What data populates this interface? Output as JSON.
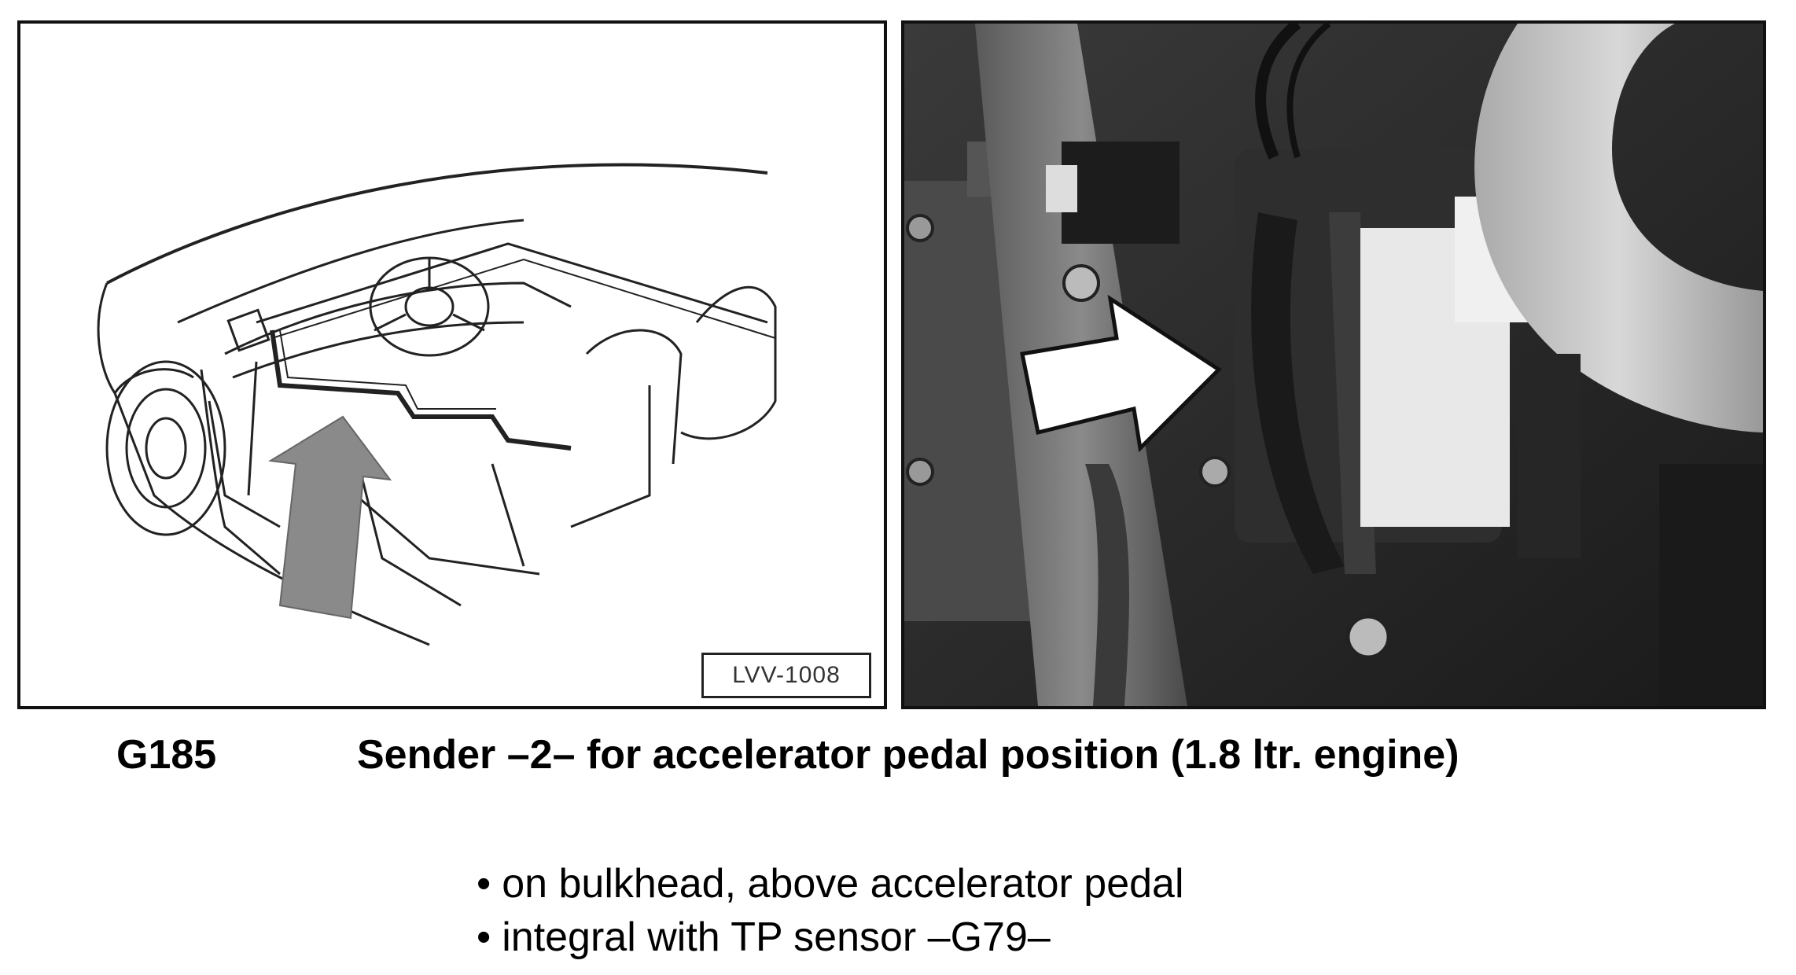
{
  "illustration": {
    "ref_label": "LVV-1008"
  },
  "component": {
    "code": "G185",
    "title": "Sender –2– for accelerator pedal position (1.8 ltr. engine)"
  },
  "notes": [
    "on bulkhead, above accelerator pedal",
    "integral with TP sensor –G79–"
  ],
  "colors": {
    "arrow_left": "#8a8a8a",
    "arrow_right": "#ffffff",
    "border": "#111111"
  }
}
